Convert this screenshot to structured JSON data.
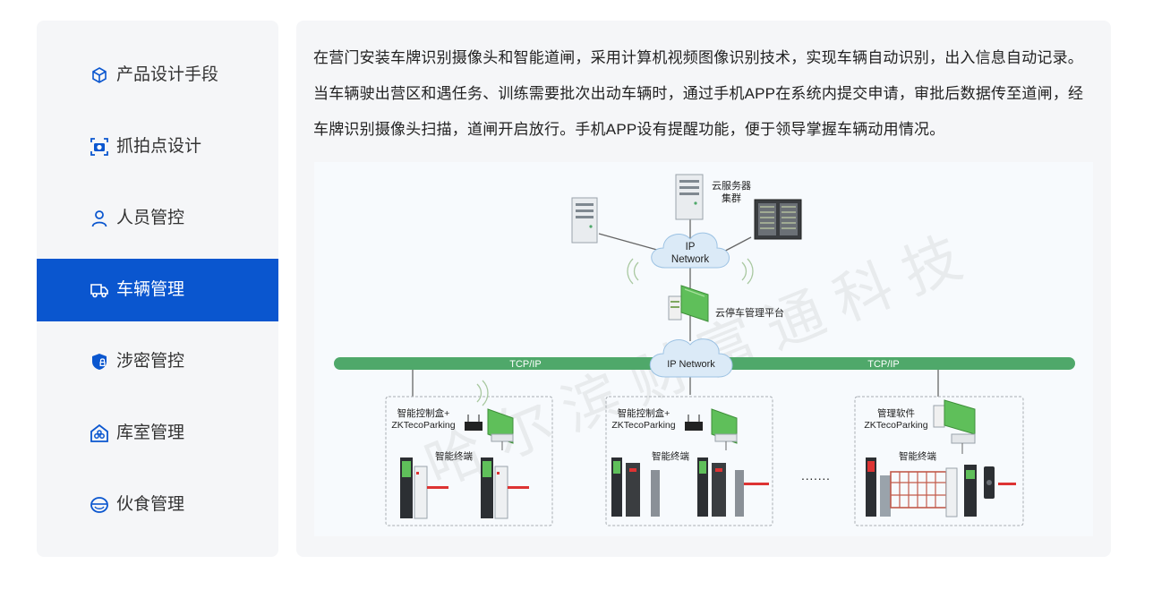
{
  "sidebar": {
    "items": [
      {
        "label": "产品设计手段",
        "icon": "cube-icon",
        "active": false
      },
      {
        "label": "抓拍点设计",
        "icon": "camera-scan-icon",
        "active": false
      },
      {
        "label": "人员管控",
        "icon": "person-icon",
        "active": false
      },
      {
        "label": "车辆管理",
        "icon": "truck-icon",
        "active": true
      },
      {
        "label": "涉密管控",
        "icon": "shield-lock-icon",
        "active": false
      },
      {
        "label": "库室管理",
        "icon": "warehouse-icon",
        "active": false
      },
      {
        "label": "伙食管理",
        "icon": "bowl-icon",
        "active": false
      }
    ],
    "colors": {
      "active_bg": "#0a56cf",
      "active_text": "#ffffff",
      "text": "#333333"
    }
  },
  "main": {
    "description": "在营门安装车牌识别摄像头和智能道闸，采用计算机视频图像识别技术，实现车辆自动识别，出入信息自动记录。当车辆驶出营区和遇任务、训练需要批次出动车辆时，通过手机APP在系统内提交申请，审批后数据传至道闸，经车牌识别摄像头扫描，道闸开启放行。手机APP设有提醒功能，便于领导掌握车辆动用情况。"
  },
  "diagram": {
    "cloud_server_label_1": "云服务器",
    "cloud_server_label_2": "集群",
    "top_network_label_1": "IP",
    "top_network_label_2": "Network",
    "platform_label": "云停车管理平台",
    "backbone_network_label": "IP Network",
    "tcp_left": "TCP/IP",
    "tcp_right": "TCP/IP",
    "group1": {
      "title_1": "智能控制盒+",
      "title_2": "ZKTecoParking",
      "terminal": "智能终端"
    },
    "group2": {
      "title_1": "智能控制盒+",
      "title_2": "ZKTecoParking",
      "terminal": "智能终端"
    },
    "group3": {
      "title_1": "管理软件",
      "title_2": "ZKTecoParking",
      "terminal": "智能终端"
    },
    "ellipsis": "·······",
    "watermark": "哈尔滨财富通科技",
    "colors": {
      "bus": "#4fa86a",
      "platform": "#5fbf5a",
      "cloud": "#dbeaf7"
    }
  }
}
